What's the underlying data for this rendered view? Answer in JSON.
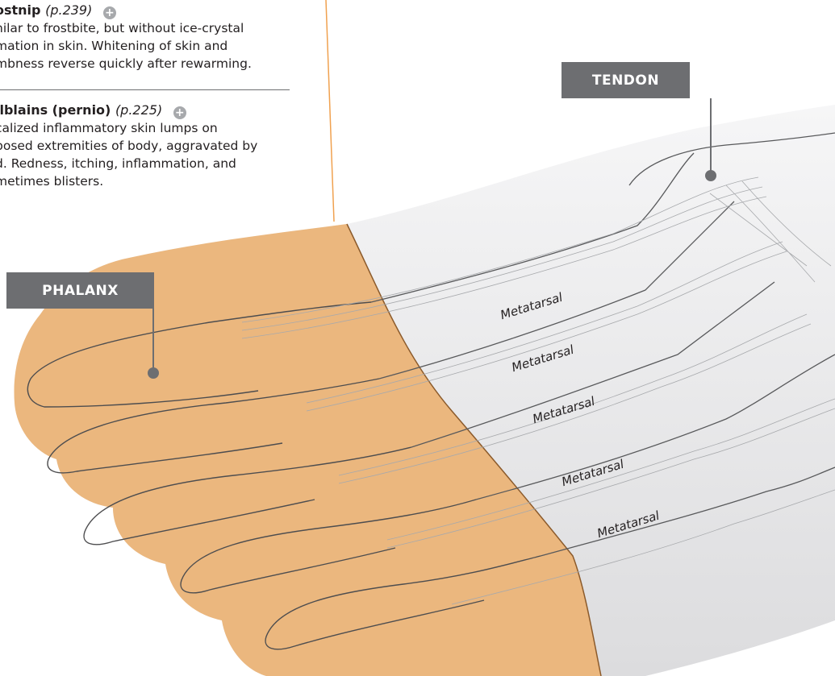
{
  "entries": [
    {
      "title": "ostnip",
      "page": "(p.239)",
      "body_lines": [
        "nilar to frostbite, but without ice-crystal",
        "mation in skin. Whitening of skin and",
        "mbness reverse quickly after rewarming."
      ]
    },
    {
      "title": "ilblains (pernio)",
      "page": "(p.225)",
      "body_lines": [
        "calized inflammatory skin lumps on",
        "posed extremities of body, aggravated by",
        "d. Redness, itching, inflammation, and",
        "metimes blisters."
      ]
    }
  ],
  "labels": {
    "tendon": "TENDON",
    "phalanx": "PHALANX"
  },
  "bone_labels": [
    "Metatarsal",
    "Metatarsal",
    "Metatarsal",
    "Metatarsal",
    "Metatarsal"
  ],
  "colors": {
    "skin": "#ebb77e",
    "foot": "#ebebec",
    "label_bg": "#6d6e71",
    "leader_orange": "#f0a14f"
  }
}
